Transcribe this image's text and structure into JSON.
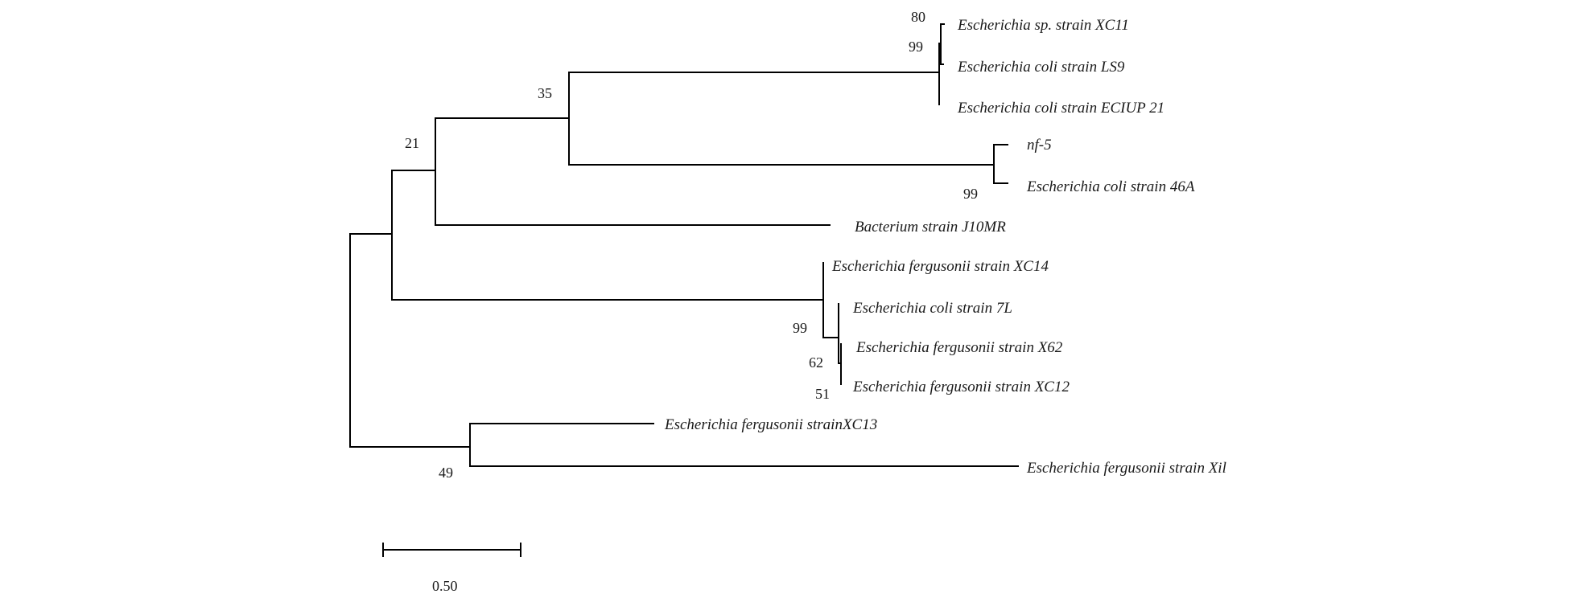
{
  "figure": {
    "type": "phylogenetic-tree",
    "taxa": [
      "Escherichia sp. strain XC11",
      "Escherichia coli strain LS9",
      "Escherichia coli strain ECIUP 21",
      "nf-5",
      "Escherichia coli strain 46A",
      "Bacterium strain J10MR",
      "Escherichia fergusonii strain XC14",
      "Escherichia coli strain 7L",
      "Escherichia fergusonii strain X62",
      "Escherichia fergusonii strain XC12",
      "Escherichia fergusonii strainXC13",
      "Escherichia fergusonii strain Xil"
    ],
    "bootstrap": [
      "80",
      "99",
      "35",
      "21",
      "99",
      "99",
      "62",
      "51",
      "49"
    ],
    "scale_bar": {
      "label": "0.50",
      "value": 0.5
    },
    "colors": {
      "line": "#000000",
      "text": "#1a1a1a",
      "background": "#ffffff"
    }
  }
}
